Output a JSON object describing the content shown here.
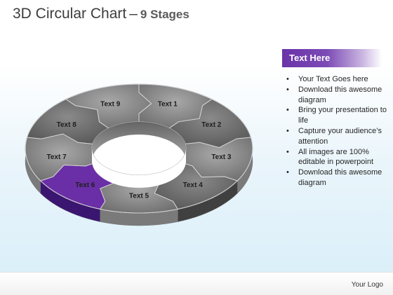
{
  "title": {
    "prefix": "3D Circular Chart",
    "dash": "–",
    "suffix": "9 Stages"
  },
  "diagram": {
    "stages": [
      "Text 1",
      "Text 2",
      "Text 3",
      "Text 4",
      "Text 5",
      "Text 6",
      "Text 7",
      "Text 8",
      "Text 9"
    ],
    "highlighted_stage": "Text 6",
    "colors": {
      "highlight": "#6a2fa6",
      "highlight_side": "#3a1670",
      "segment_fill_light": "#8e8e8e",
      "segment_fill_dark": "#5a5a5a",
      "side_light": "#7a7a7a",
      "side_dark": "#404040",
      "divider": "#d4d4d4"
    }
  },
  "panel": {
    "heading": "Text Here",
    "bullets": [
      "Your Text Goes here",
      "Download this awesome diagram",
      "Bring your presentation to life",
      "Capture your audience’s attention",
      "All images are 100% editable in powerpoint",
      "Download this awesome diagram"
    ]
  },
  "footer": {
    "logo": "Your Logo"
  }
}
